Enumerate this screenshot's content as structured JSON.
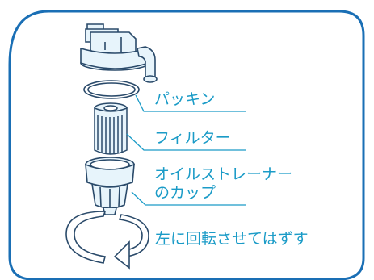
{
  "labels": {
    "packing": "パッキン",
    "filter": "フィルター",
    "cup_line1": "オイルストレーナー",
    "cup_line2": "のカップ",
    "rotate": "左に回転させてはずす"
  },
  "colors": {
    "border": "#1a6fb5",
    "label": "#1a9bc7",
    "leader": "#1a9bc7",
    "part_fill": "#e7f4fb",
    "part_stroke": "#2a4a6a"
  },
  "icons": {
    "rotate_arrow": "counterclockwise-arrow-icon"
  }
}
